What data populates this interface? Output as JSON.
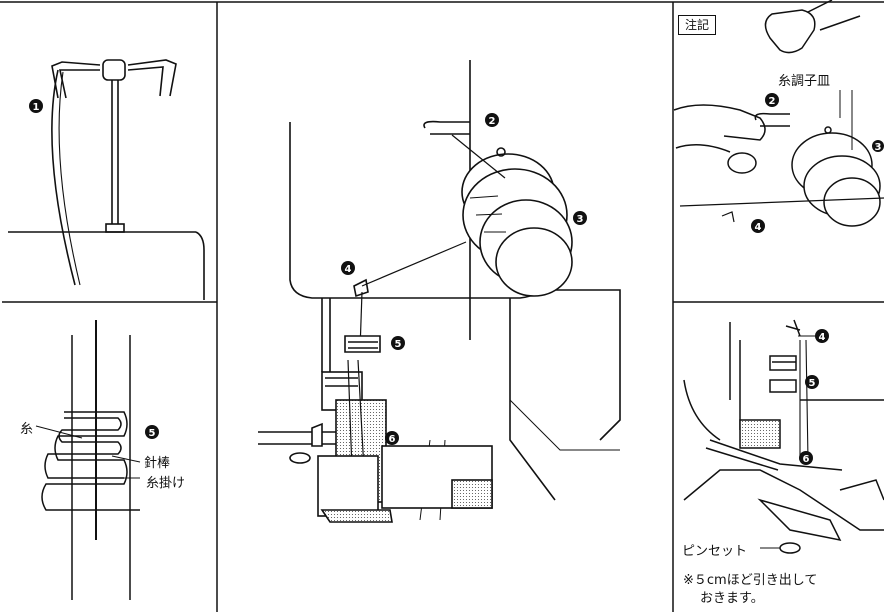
{
  "labels": {
    "note": "注記",
    "thread_tension_disc": "糸調子皿",
    "thread": "糸",
    "needle_bar": "針棒",
    "thread_guide": "糸掛け",
    "tweezers": "ピンセット"
  },
  "footnote": {
    "line1": "※５cmほど引き出して",
    "line2": "おきます。"
  },
  "markers": {
    "m1": "1",
    "m2": "2",
    "m3": "3",
    "m4": "4",
    "m5": "5",
    "m6": "6"
  }
}
